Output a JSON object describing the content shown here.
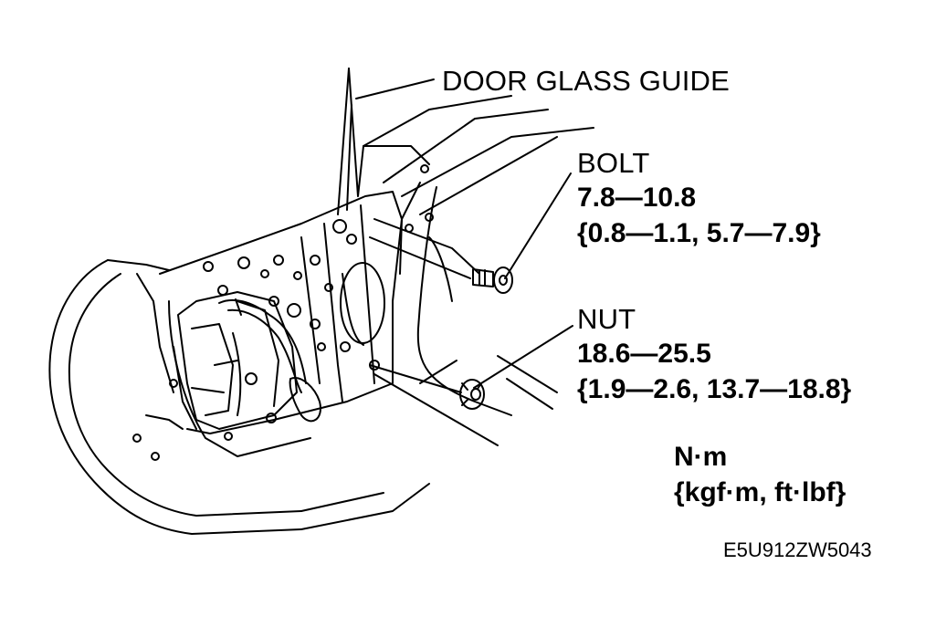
{
  "callouts": {
    "door_glass_guide": {
      "label": "DOOR GLASS GUIDE"
    },
    "bolt": {
      "label": "BOLT",
      "torque": "7.8—10.8",
      "torque_alt": "{0.8—1.1, 5.7—7.9}"
    },
    "nut": {
      "label": "NUT",
      "torque": "18.6—25.5",
      "torque_alt": "{1.9—2.6, 13.7—18.8}"
    }
  },
  "units": {
    "primary": "N·m",
    "alt": "{kgf·m, ft·lbf}"
  },
  "figure_id": "E5U912ZW5043"
}
